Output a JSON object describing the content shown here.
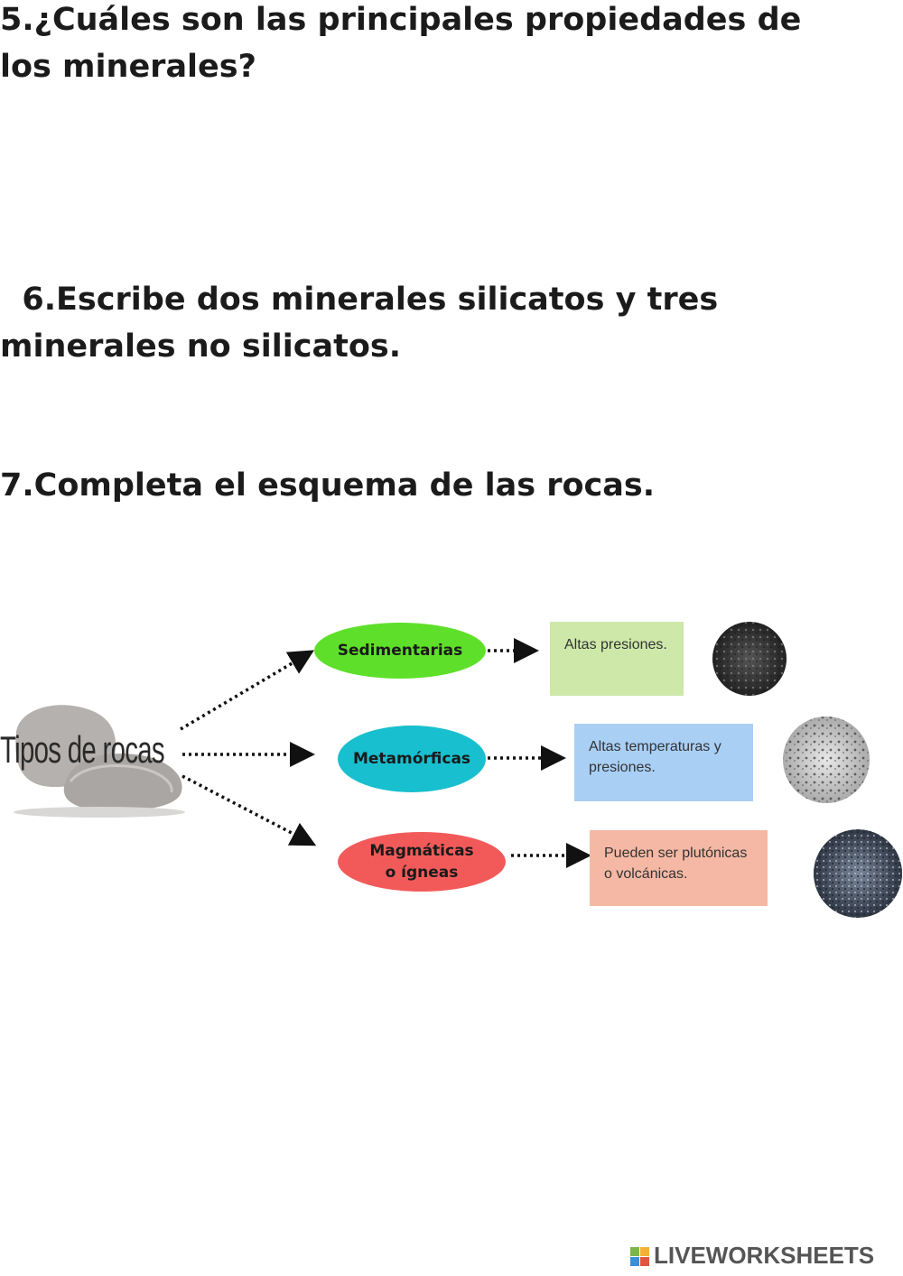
{
  "questions": {
    "q5": "5.¿Cuáles son las principales propiedades de los minerales?",
    "q6": "  6.Escribe dos minerales silicatos y tres minerales no silicatos.",
    "q7": "7.Completa el esquema de las rocas."
  },
  "scheme": {
    "title": "Tipos de rocas",
    "types": [
      {
        "name": "Sedimentarias",
        "description": "Altas presiones.",
        "color": "#5ee02a"
      },
      {
        "name": "Metamórficas",
        "description": "Altas temperaturas y presiones.",
        "color": "#18bfce"
      },
      {
        "name": "Magmáticas o ígneas",
        "description": "Pueden ser plutónicas o volcánicas.",
        "color": "#f25a5a"
      }
    ]
  },
  "brand": {
    "text": "LIVEWORKSHEETS",
    "icon": "liveworksheets-logo-icon"
  }
}
